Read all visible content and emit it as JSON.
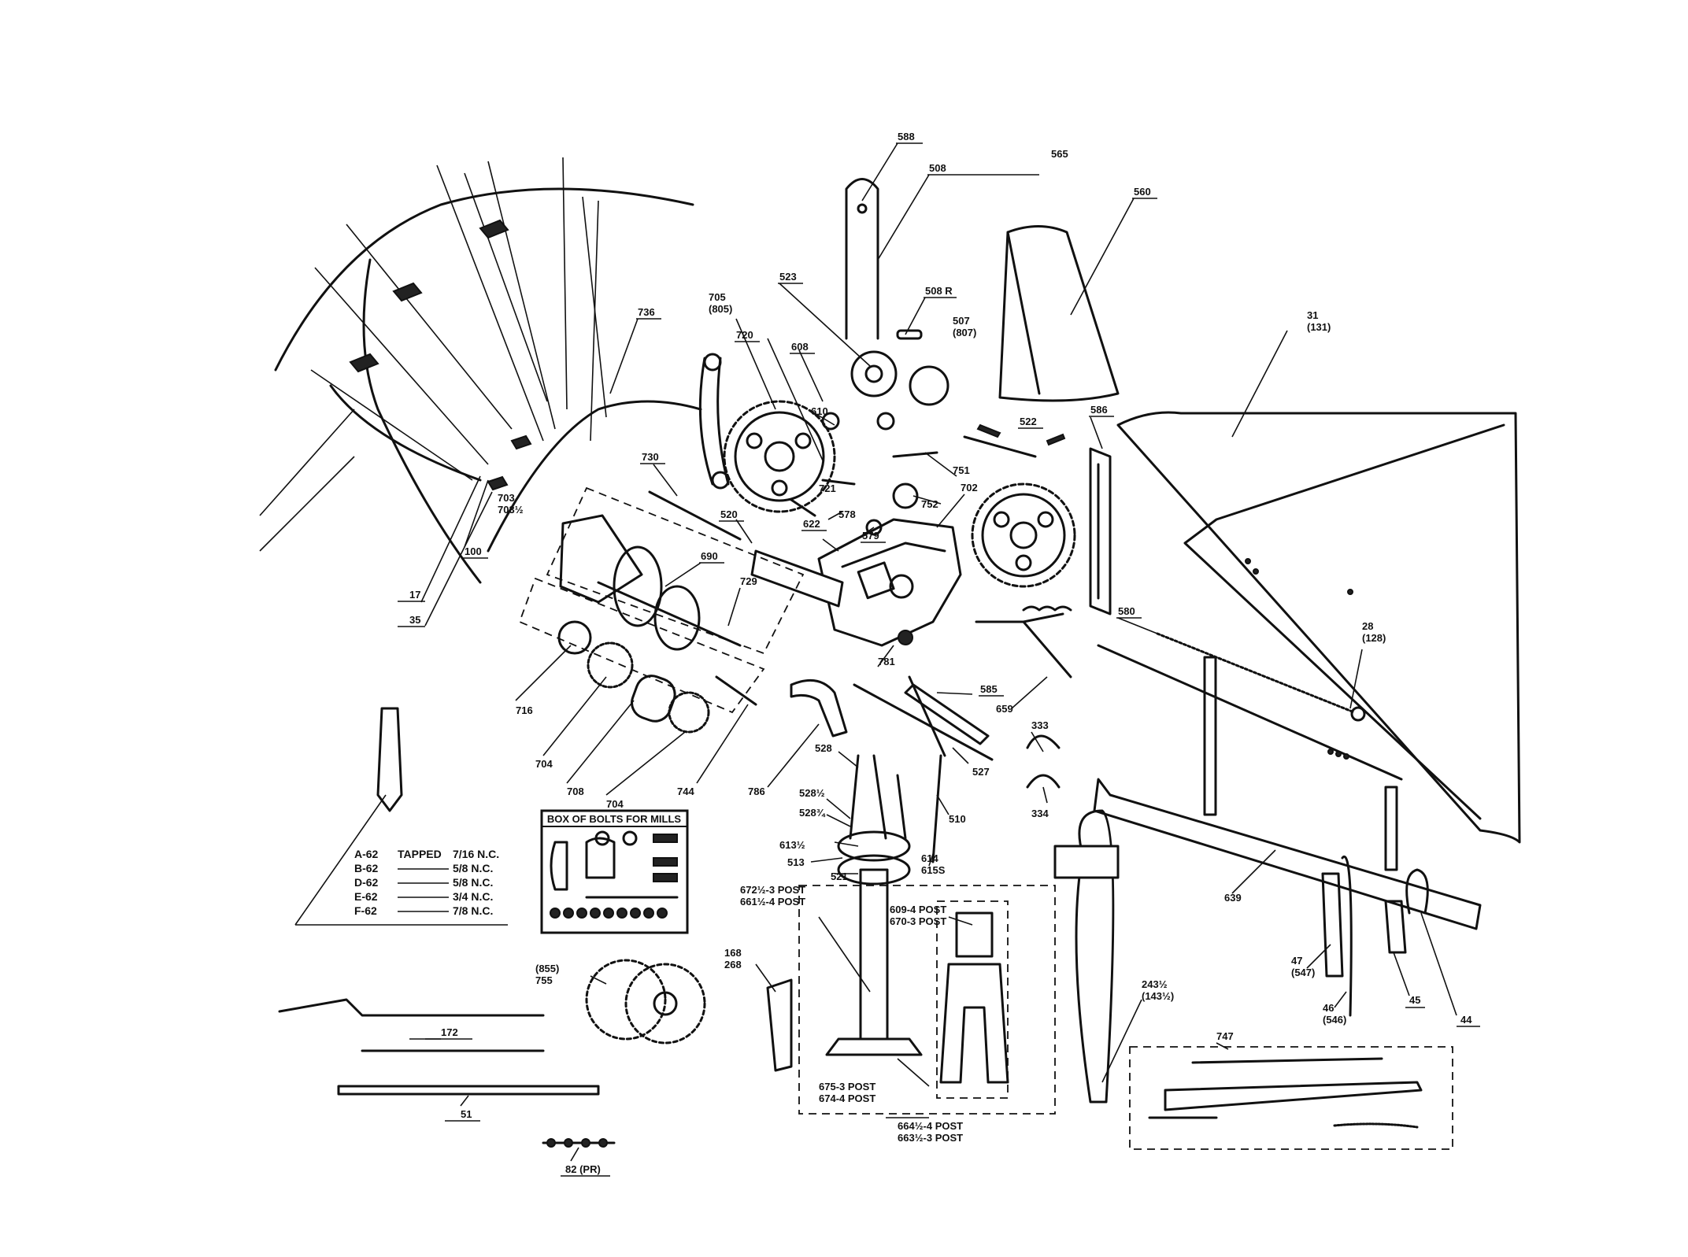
{
  "part_labels": {
    "p588": "588",
    "p508": "508",
    "p565": "565",
    "p560": "560",
    "p523": "523",
    "p508r": "508 R",
    "p507": "507\n(807)",
    "p705": "705\n(805)",
    "p736": "736",
    "p720": "720",
    "p608": "608",
    "p610": "610",
    "p522": "522",
    "p586": "586",
    "p31": "31\n(131)",
    "p730": "730",
    "p721": "721",
    "p751": "751",
    "p752": "752",
    "p702": "702",
    "p520": "520",
    "p578": "578",
    "p622": "622",
    "p579": "579",
    "p703": "703\n703½",
    "p690": "690",
    "p729": "729",
    "p580": "580",
    "p28": "28\n(128)",
    "p100": "100",
    "p17": "17",
    "p35": "35",
    "p781": "781",
    "p585": "585",
    "p659": "659",
    "p716": "716",
    "p333": "333",
    "p704a": "704",
    "p708": "708",
    "p704b": "704",
    "p744": "744",
    "p786": "786",
    "p528": "528",
    "p527": "527",
    "p528h": "528½",
    "p528q": "528¾",
    "p510": "510",
    "p334": "334",
    "p613": "613½",
    "p513": "513",
    "p521": "521",
    "p614": "614\n615S",
    "p639": "639",
    "p672": "672½-3 POST\n661½-4 POST",
    "p609": "609-4 POST\n670-3 POST",
    "p168": "168\n268",
    "p855": "(855)\n755",
    "p47": "47\n(547)",
    "p46": "46\n(546)",
    "p45": "45",
    "p44": "44",
    "p243": "243½\n(143½)",
    "p172": "172",
    "p747": "747",
    "p51": "51",
    "p675": "675-3 POST\n674-4 POST",
    "p664": "664½-4 POST\n663½-3 POST",
    "p82": "82 (PR)"
  },
  "bolt_key": {
    "rows": [
      {
        "code": "A-62",
        "label": "TAPPED",
        "size": "7/16 N.C."
      },
      {
        "code": "B-62",
        "label": "",
        "size": "5/8 N.C."
      },
      {
        "code": "D-62",
        "label": "",
        "size": "5/8 N.C."
      },
      {
        "code": "E-62",
        "label": "",
        "size": "3/4 N.C."
      },
      {
        "code": "F-62",
        "label": "",
        "size": "7/8 N.C."
      }
    ]
  },
  "bolt_box": {
    "title": "BOX OF BOLTS FOR MILLS"
  }
}
